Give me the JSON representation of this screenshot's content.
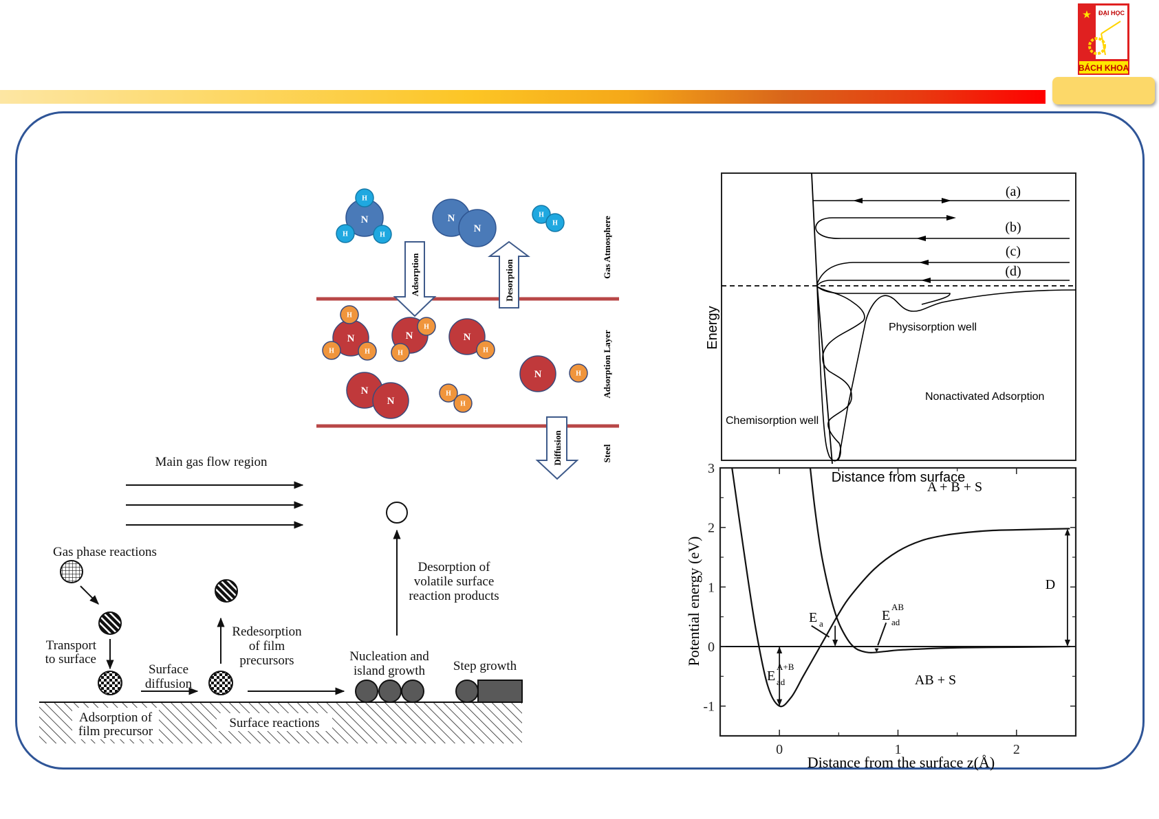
{
  "header": {
    "logo": {
      "top_text": "ĐẠI HỌC",
      "bottom_text": "BÁCH KHOA",
      "icon": "university-logo-icon"
    },
    "colors": {
      "accent_yellow": "#fdc000",
      "accent_red": "#ff0000",
      "frame_blue": "#2f5597",
      "logo_red": "#e02020"
    }
  },
  "nitriding_diagram": {
    "layers": [
      {
        "label": "Gas Atmosphere"
      },
      {
        "label": "Adsorption Layer"
      },
      {
        "label": "Steel"
      }
    ],
    "arrows": [
      {
        "label": "Adsorption",
        "direction": "down"
      },
      {
        "label": "Desorption",
        "direction": "up"
      },
      {
        "label": "Diffusion",
        "direction": "down"
      }
    ],
    "atoms": {
      "nitrogen": "N",
      "hydrogen": "H"
    },
    "gas_molecules": [
      "NH3",
      "N2",
      "H2"
    ],
    "adsorbed_species": [
      "NH3",
      "NH2",
      "NH",
      "N2",
      "N",
      "H",
      "H2"
    ],
    "colors": {
      "gas_n": "#4a7ab8",
      "gas_h": "#1fa8e0",
      "ads_n": "#c0393b",
      "ads_h": "#f0953c",
      "layer_line": "#b84747"
    }
  },
  "cvd_diagram": {
    "main_flow_label": "Main gas flow region",
    "gas_phase_label": "Gas phase reactions",
    "transport_label": [
      "Transport",
      "to surface"
    ],
    "surface_diffusion_label": [
      "Surface",
      "diffusion"
    ],
    "redesorption_label": [
      "Redesorption",
      "of film",
      "precursors"
    ],
    "desorption_label": [
      "Desorption of",
      "volatile surface",
      "reaction products"
    ],
    "nucleation_label": [
      "Nucleation and",
      "island growth"
    ],
    "step_growth_label": "Step growth",
    "adsorption_label": [
      "Adsorption of",
      "film precursor"
    ],
    "surface_reactions_label": "Surface reactions"
  },
  "chart_data": [
    {
      "type": "line",
      "title": "",
      "xlabel": "Distance from surface",
      "ylabel": "Energy",
      "grid": false,
      "trajectory_labels": [
        "(a)",
        "(b)",
        "(c)",
        "(d)"
      ],
      "annotations": [
        "Physisorption well",
        "Chemisorption well",
        "Nonactivated Adsorption"
      ],
      "axis_ticks": "none"
    },
    {
      "type": "line",
      "title": "",
      "xlabel": "Distance from the surface z(Å)",
      "ylabel": "Potential energy (eV)",
      "xlim": [
        -0.5,
        2.5
      ],
      "ylim": [
        -1.5,
        3
      ],
      "x_ticks": [
        0,
        1,
        2
      ],
      "y_ticks": [
        3,
        2,
        1,
        0,
        -1
      ],
      "grid": false,
      "series": [
        {
          "name": "A + B + S",
          "x": [
            -0.4,
            -0.3,
            -0.2,
            -0.1,
            0.0,
            0.1,
            0.2,
            0.3,
            0.4,
            0.5,
            0.6,
            0.8,
            1.0,
            1.2,
            1.4,
            1.6,
            1.8,
            2.0,
            2.2,
            2.45
          ],
          "y": [
            3.0,
            1.6,
            0.3,
            -0.65,
            -1.0,
            -0.85,
            -0.5,
            -0.15,
            0.2,
            0.55,
            0.85,
            1.3,
            1.6,
            1.78,
            1.87,
            1.92,
            1.95,
            1.96,
            1.97,
            1.98
          ]
        },
        {
          "name": "AB + S",
          "x": [
            0.26,
            0.3,
            0.35,
            0.4,
            0.45,
            0.5,
            0.55,
            0.6,
            0.65,
            0.7,
            0.75,
            0.8,
            0.9,
            1.0,
            1.2,
            1.5,
            2.0,
            2.45
          ],
          "y": [
            3.0,
            2.3,
            1.6,
            1.1,
            0.7,
            0.4,
            0.2,
            0.05,
            -0.04,
            -0.08,
            -0.1,
            -0.1,
            -0.08,
            -0.06,
            -0.04,
            -0.02,
            -0.01,
            0.0
          ]
        }
      ],
      "annotations": [
        {
          "text": "A + B + S"
        },
        {
          "text": "AB + S"
        },
        {
          "text": "D",
          "meaning": "dissociation energy ≈ 2 eV"
        },
        {
          "text": "E_a",
          "meaning": "activation barrier"
        },
        {
          "text": "E_ad^AB"
        },
        {
          "text": "E_ad^A+B",
          "meaning": "≈ 1 eV"
        },
        {
          "text": "Distance from surface"
        }
      ]
    }
  ]
}
